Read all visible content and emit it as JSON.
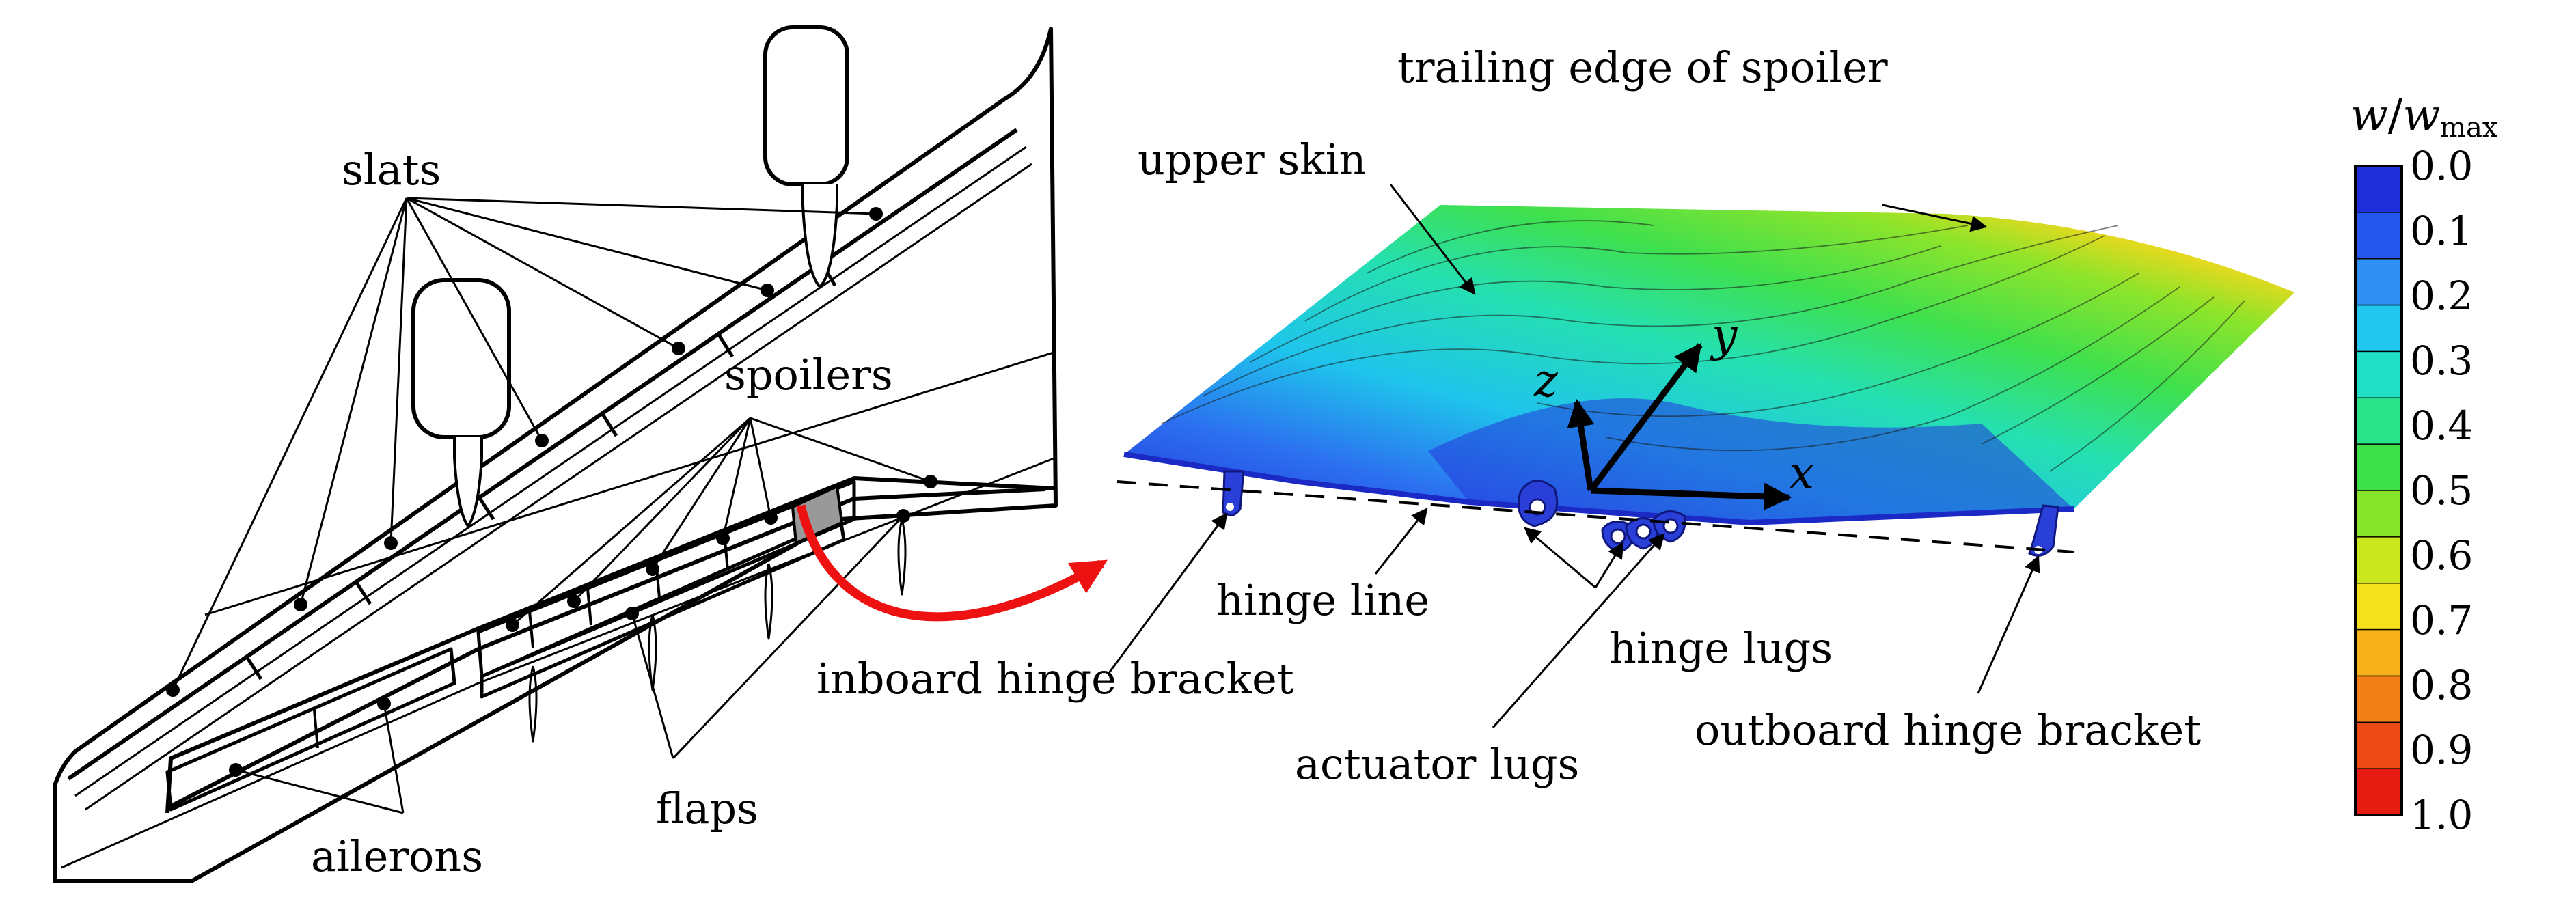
{
  "wing": {
    "labels": {
      "slats": "slats",
      "spoilers": "spoilers",
      "ailerons": "ailerons",
      "flaps": "flaps"
    }
  },
  "spoiler": {
    "labels": {
      "trailing_edge": "trailing edge of spoiler",
      "upper_skin": "upper skin",
      "hinge_line": "hinge line",
      "inboard_bracket": "inboard hinge bracket",
      "hinge_lugs": "hinge lugs",
      "actuator_lugs": "actuator lugs",
      "outboard_bracket": "outboard hinge bracket"
    },
    "axes": {
      "x": "x",
      "y": "y",
      "z": "z"
    }
  },
  "colorbar": {
    "title_var": "w",
    "title_sep": "/",
    "title_sub_var": "w",
    "title_subscript": "max",
    "ticks": [
      "0.0",
      "0.1",
      "0.2",
      "0.3",
      "0.4",
      "0.5",
      "0.6",
      "0.7",
      "0.8",
      "0.9",
      "1.0"
    ],
    "colors": [
      "#1f2fd9",
      "#2458ec",
      "#2f8ff2",
      "#22c7ef",
      "#1fe0c6",
      "#29e38a",
      "#3ee04a",
      "#86e52a",
      "#cbe81f",
      "#f4e01c",
      "#f7b21a",
      "#f27e17",
      "#ec4a14",
      "#e61b12"
    ]
  }
}
